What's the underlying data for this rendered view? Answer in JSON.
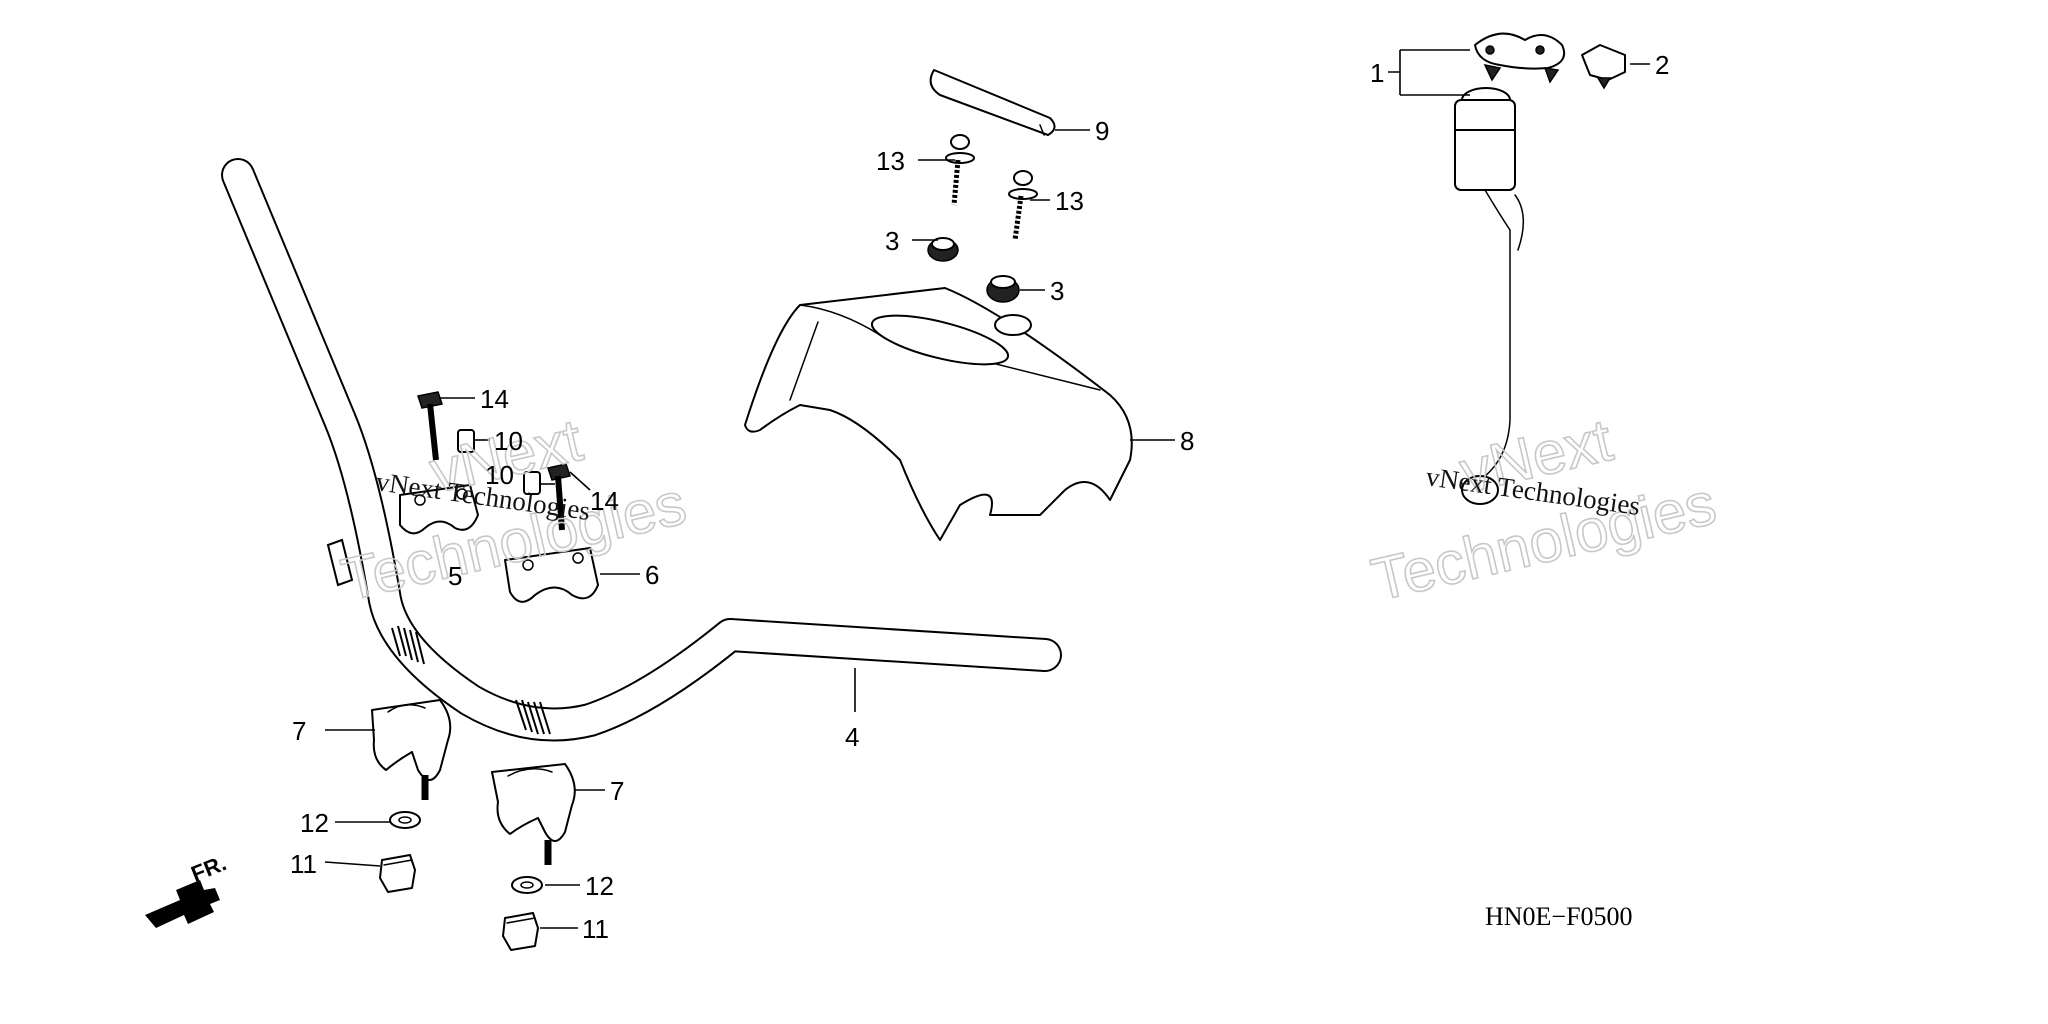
{
  "diagram": {
    "drawing_code": "HN0E−F0500",
    "direction_label": "FR.",
    "watermark": {
      "line1": "vNext",
      "line2": "Technologies",
      "small": "vNext Technologies"
    },
    "callouts": {
      "c1": "1",
      "c2": "2",
      "c3a": "3",
      "c3b": "3",
      "c4": "4",
      "c5": "5",
      "c6": "6",
      "c7a": "7",
      "c7b": "7",
      "c8": "8",
      "c9": "9",
      "c10a": "10",
      "c10b": "10",
      "c11a": "11",
      "c11b": "11",
      "c12a": "12",
      "c12b": "12",
      "c13a": "13",
      "c13b": "13",
      "c14a": "14",
      "c14b": "14"
    }
  }
}
